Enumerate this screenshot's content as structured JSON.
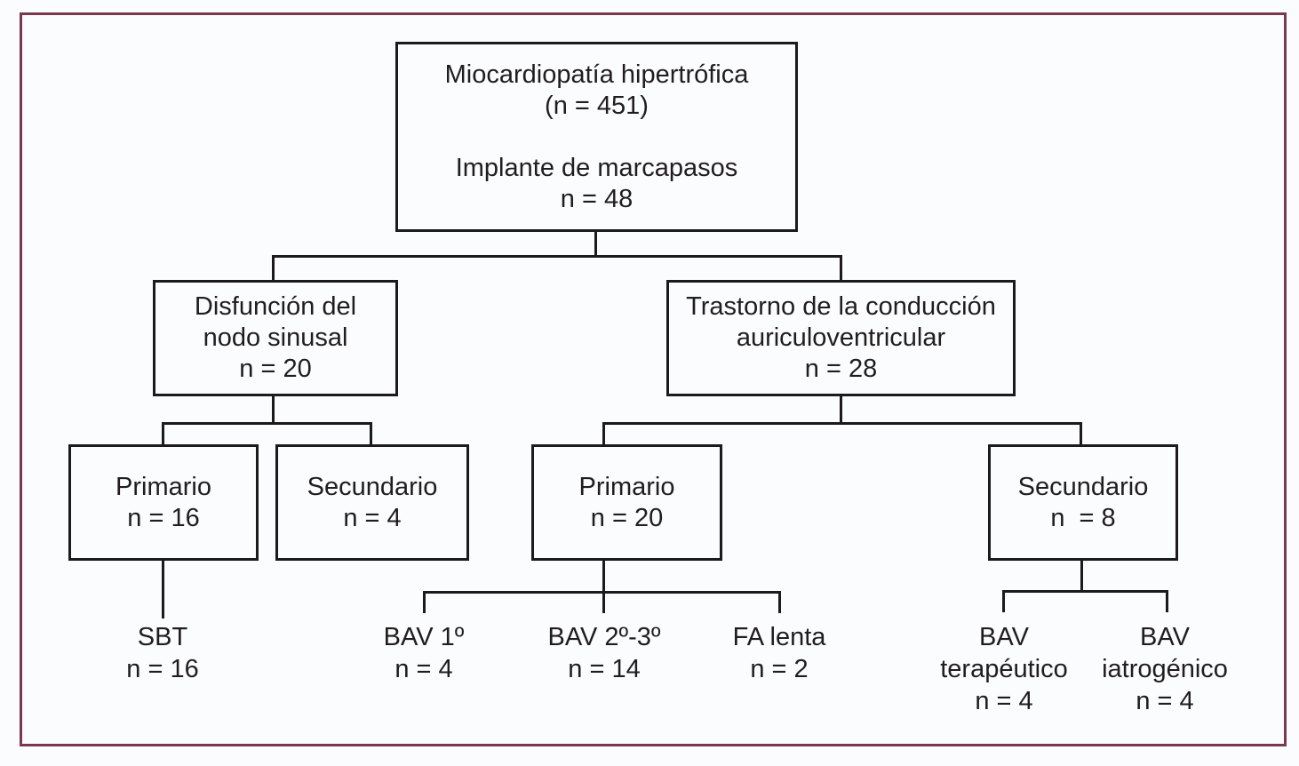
{
  "figure": {
    "frame_color": "#7a3a4c",
    "line_color": "#1c1a1b",
    "background_color": "#fbfcfd",
    "language": "es"
  },
  "nodes": {
    "root": {
      "lines": [
        "Miocardiopatía hipertrófica",
        "(n = 451)",
        "",
        "Implante de marcapasos",
        "n = 48"
      ]
    },
    "sinus": {
      "lines": [
        "Disfunción del",
        "nodo sinusal",
        "n = 20"
      ]
    },
    "av": {
      "lines": [
        "Trastorno de la conducción",
        "auriculoventricular",
        "n = 28"
      ]
    },
    "sinus_primary": {
      "lines": [
        "Primario",
        "n = 16"
      ]
    },
    "sinus_secondary": {
      "lines": [
        "Secundario",
        "n = 4"
      ]
    },
    "av_primary": {
      "lines": [
        "Primario",
        "n = 20"
      ]
    },
    "av_secondary": {
      "lines": [
        "Secundario",
        "n  = 8"
      ]
    }
  },
  "leaves": {
    "sbt": {
      "lines": [
        "SBT",
        "n = 16"
      ]
    },
    "bav1": {
      "lines": [
        "BAV 1º",
        "n = 4"
      ]
    },
    "bav23": {
      "lines": [
        "BAV 2º-3º",
        "n = 14"
      ]
    },
    "fa_lenta": {
      "lines": [
        "FA lenta",
        "n = 2"
      ]
    },
    "bav_terapeutico": {
      "lines": [
        "BAV",
        "terapéutico",
        "n = 4"
      ]
    },
    "bav_iatrogenico": {
      "lines": [
        "BAV",
        "iatrogénico",
        "n = 4"
      ]
    }
  }
}
